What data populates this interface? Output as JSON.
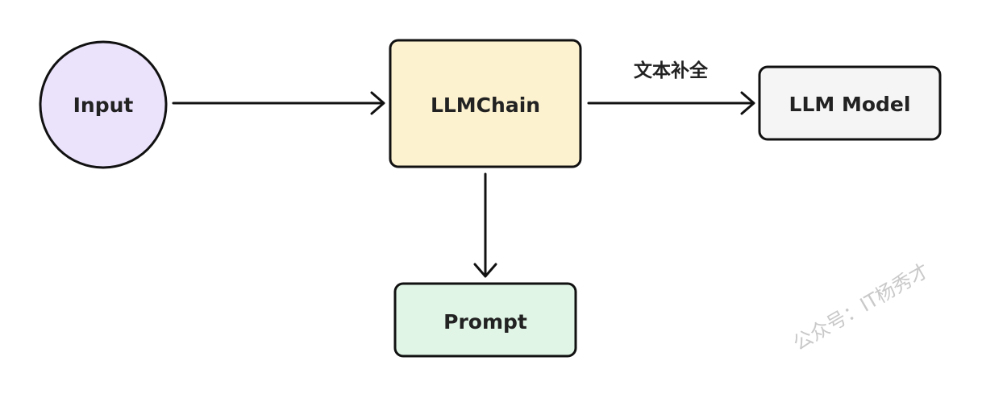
{
  "nodes": {
    "input": {
      "label": "Input",
      "fill": "#ebe3fc"
    },
    "llmchain": {
      "label": "LLMChain",
      "fill": "#fdf2cf"
    },
    "llm_model": {
      "label": "LLM Model",
      "fill": "#f5f5f5"
    },
    "prompt": {
      "label": "Prompt",
      "fill": "#e0f5e6"
    }
  },
  "edges": {
    "chain_to_model": {
      "label": "文本补全"
    }
  },
  "watermark": "公众号：IT杨秀才",
  "colors": {
    "stroke": "#111111",
    "text": "#222222"
  }
}
